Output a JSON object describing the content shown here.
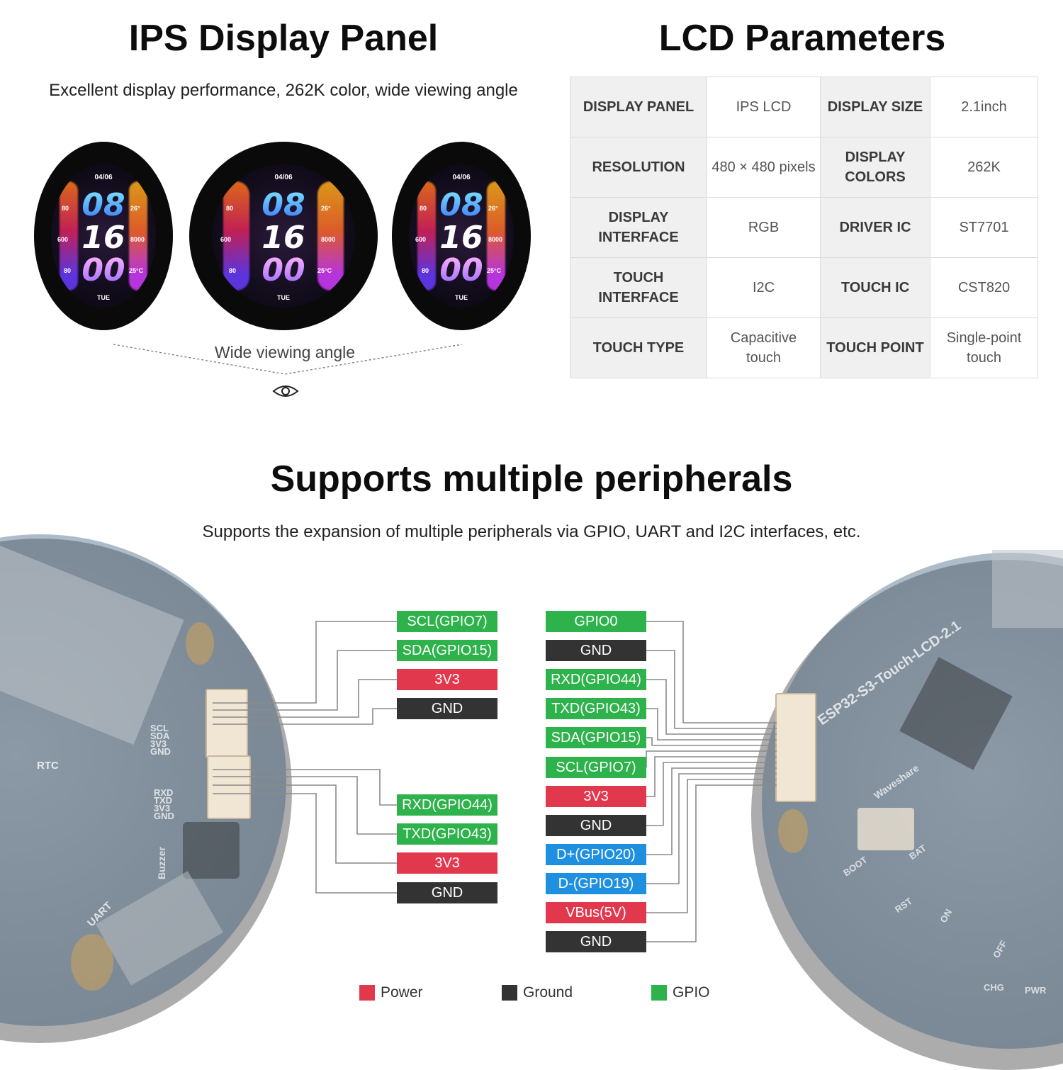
{
  "left_section": {
    "title": "IPS Display Panel",
    "subtitle": "Excellent display performance, 262K color, wide viewing angle",
    "angle_label": "Wide viewing angle",
    "watch": {
      "date": "04/06",
      "hour": "08",
      "minute": "16",
      "second": "00",
      "steps": "80",
      "temp_top": "26°",
      "kcal": "600",
      "steps_total": "8000",
      "bottom_num": "80",
      "temp_bottom": "25°C",
      "day": "TUE"
    }
  },
  "right_section": {
    "title": "LCD Parameters",
    "rows": [
      [
        "DISPLAY PANEL",
        "IPS LCD",
        "DISPLAY SIZE",
        "2.1inch"
      ],
      [
        "RESOLUTION",
        "480 × 480 pixels",
        "DISPLAY COLORS",
        "262K"
      ],
      [
        "DISPLAY INTERFACE",
        "RGB",
        "DRIVER IC",
        "ST7701"
      ],
      [
        "TOUCH INTERFACE",
        "I2C",
        "TOUCH IC",
        "CST820"
      ],
      [
        "TOUCH TYPE",
        "Capacitive touch",
        "TOUCH POINT",
        "Single-point touch"
      ]
    ]
  },
  "periph": {
    "title": "Supports multiple peripherals",
    "subtitle": "Supports the expansion of multiple peripherals via GPIO, UART and I2C interfaces, etc.",
    "left_board_labels": {
      "i2c": "SCL SDA 3V3 GND",
      "uart": "RXD TXD 3V3 GND",
      "rtc": "RTC",
      "buzzer": "Buzzer",
      "uart_name": "UART"
    },
    "right_board_labels": {
      "model": "ESP32-S3-Touch-LCD-2.1",
      "brand": "Waveshare",
      "bat": "BAT",
      "boot": "BOOT",
      "rst": "RST",
      "on": "ON",
      "off": "OFF",
      "chg": "CHG",
      "pwr": "PWR"
    },
    "left_i2c": [
      {
        "label": "SCL(GPIO7)",
        "kind": "gpio"
      },
      {
        "label": "SDA(GPIO15)",
        "kind": "gpio"
      },
      {
        "label": "3V3",
        "kind": "power"
      },
      {
        "label": "GND",
        "kind": "ground"
      }
    ],
    "left_uart": [
      {
        "label": "RXD(GPIO44)",
        "kind": "gpio"
      },
      {
        "label": "TXD(GPIO43)",
        "kind": "gpio"
      },
      {
        "label": "3V3",
        "kind": "power"
      },
      {
        "label": "GND",
        "kind": "ground"
      }
    ],
    "right_pins": [
      {
        "label": "GPIO0",
        "kind": "gpio"
      },
      {
        "label": "GND",
        "kind": "ground"
      },
      {
        "label": "RXD(GPIO44)",
        "kind": "gpio"
      },
      {
        "label": "TXD(GPIO43)",
        "kind": "gpio"
      },
      {
        "label": "SDA(GPIO15)",
        "kind": "gpio"
      },
      {
        "label": "SCL(GPIO7)",
        "kind": "gpio"
      },
      {
        "label": "3V3",
        "kind": "power"
      },
      {
        "label": "GND",
        "kind": "ground"
      },
      {
        "label": "D+(GPIO20)",
        "kind": "usb"
      },
      {
        "label": "D-(GPIO19)",
        "kind": "usb"
      },
      {
        "label": "VBus(5V)",
        "kind": "power"
      },
      {
        "label": "GND",
        "kind": "ground"
      }
    ],
    "legend": [
      {
        "label": "Power",
        "color": "#e2384e"
      },
      {
        "label": "Ground",
        "color": "#333333"
      },
      {
        "label": "GPIO",
        "color": "#2eb24b"
      }
    ]
  }
}
